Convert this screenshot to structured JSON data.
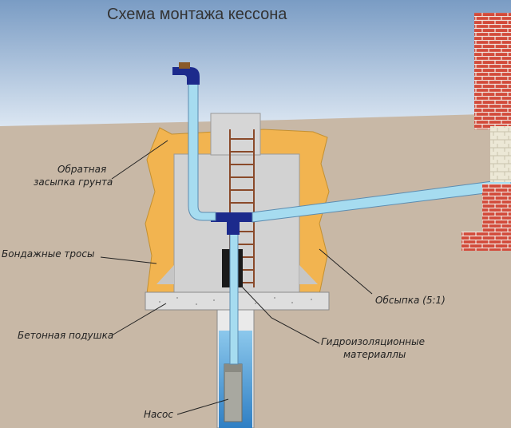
{
  "title": "Схема монтажа кессона",
  "labels": {
    "backfill_line1": "Обратная",
    "backfill_line2": "засыпка грунта",
    "straps": "Бондажные тросы",
    "bedding": "Обсыпка (5:1)",
    "concrete_pad": "Бетонная подушка",
    "waterproofing_line1": "Гидроизоляционные",
    "waterproofing_line2": "материаллы",
    "pump": "Насос"
  },
  "colors": {
    "sky_top": "#7a9cc4",
    "sky_bottom": "#dbe6f2",
    "soil": "#c8b8a6",
    "backfill": "#f2b450",
    "concrete": "#d2d2d2",
    "pipe": "#a6dcf0",
    "pipe_fitting": "#1c2a8c",
    "water": "#3d8fd0",
    "ladder": "#8a4a2a",
    "brick": "#d24a3a",
    "waterproofing": "#1a1a1a"
  }
}
